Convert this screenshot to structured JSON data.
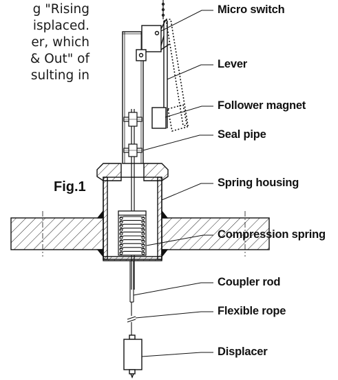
{
  "text_fragment": [
    "g \"Rising",
    "isplaced.",
    "er, which",
    "& Out\" of",
    "sulting in"
  ],
  "figure_label": "Fig.1",
  "callouts": {
    "micro_switch": "Micro switch",
    "lever": "Lever",
    "follower_magnet": "Follower magnet",
    "seal_pipe": "Seal pipe",
    "spring_housing": "Spring housing",
    "compression_spring": "Compression spring",
    "coupler_rod": "Coupler rod",
    "flexible_rope": "Flexible rope",
    "displacer": "Displacer"
  }
}
